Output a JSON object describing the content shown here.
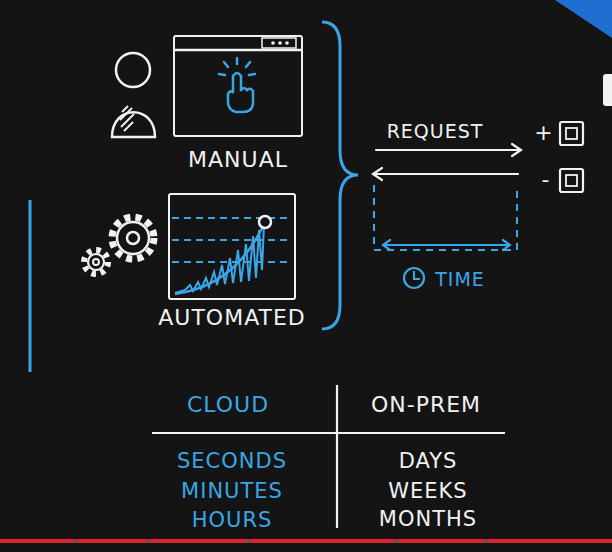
{
  "diagram": {
    "nodes": [
      {
        "text": [
          "MANUAL"
        ]
      },
      {
        "text": [
          "AUTOMATED"
        ]
      }
    ],
    "labels": [
      "REQUEST",
      "+",
      "-",
      "TIME",
      "CLOUD",
      "ON-PREM",
      "SECONDS",
      "MINUTES",
      "HOURS",
      "DAYS",
      "WEEKS",
      "MONTHS"
    ]
  }
}
